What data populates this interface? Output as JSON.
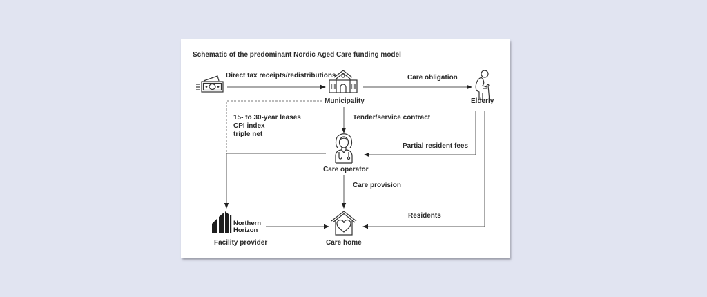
{
  "title": "Schematic of the predominant Nordic Aged Care funding model",
  "colors": {
    "background": "#e1e4f1",
    "card": "#ffffff",
    "line": "#555555",
    "icon": "#333333",
    "text": "#2b2b2b"
  },
  "nodes": {
    "taxpayer": {
      "icon": "money-icon",
      "label": ""
    },
    "municipality": {
      "icon": "town-hall-icon",
      "label": "Municipality"
    },
    "elderly": {
      "icon": "elderly-person-icon",
      "label": "Elderly"
    },
    "care_operator": {
      "icon": "care-worker-icon",
      "label": "Care operator"
    },
    "facility_provider": {
      "icon": "northern-horizon-logo",
      "label": "Facility provider",
      "brand_line1": "Northern",
      "brand_line2": "Horizon"
    },
    "care_home": {
      "icon": "house-heart-icon",
      "label": "Care home"
    }
  },
  "edges": [
    {
      "from": "taxpayer",
      "to": "municipality",
      "label": "Direct tax receipts/redistributions",
      "style": "solid"
    },
    {
      "from": "municipality",
      "to": "elderly",
      "label": "Care obligation",
      "style": "solid"
    },
    {
      "from": "municipality",
      "to": "care_operator",
      "label": "Tender/service contract",
      "style": "solid"
    },
    {
      "from": "elderly",
      "to": "care_operator",
      "label": "Partial resident fees",
      "style": "solid"
    },
    {
      "from": "care_operator",
      "to": "care_home",
      "label": "Care provision",
      "style": "solid"
    },
    {
      "from": "elderly",
      "to": "care_home",
      "label": "Residents",
      "style": "solid"
    },
    {
      "from": "facility_provider",
      "to": "care_home",
      "label": "",
      "style": "solid"
    },
    {
      "from": "municipality",
      "to": "facility_provider",
      "label": "",
      "style": "dashed"
    },
    {
      "from": "care_operator",
      "to": "facility_provider",
      "label": "",
      "style": "solid"
    }
  ],
  "lease_terms": [
    "15- to 30-year leases",
    "CPI index",
    "triple net"
  ]
}
